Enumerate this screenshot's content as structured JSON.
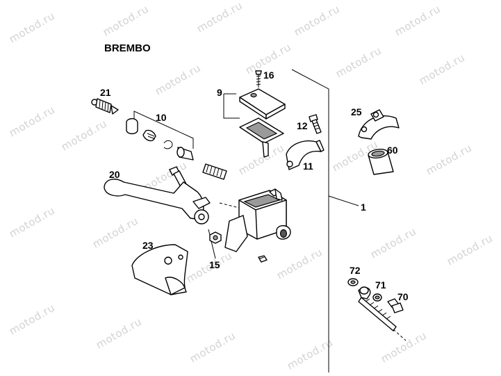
{
  "title": "BREMBO",
  "watermark": "motod.ru",
  "callouts": {
    "c1": "1",
    "c9": "9",
    "c10": "10",
    "c11": "11",
    "c12": "12",
    "c15": "15",
    "c16": "16",
    "c20": "20",
    "c21": "21",
    "c23": "23",
    "c25": "25",
    "c60": "60",
    "c70": "70",
    "c71": "71",
    "c72": "72"
  }
}
